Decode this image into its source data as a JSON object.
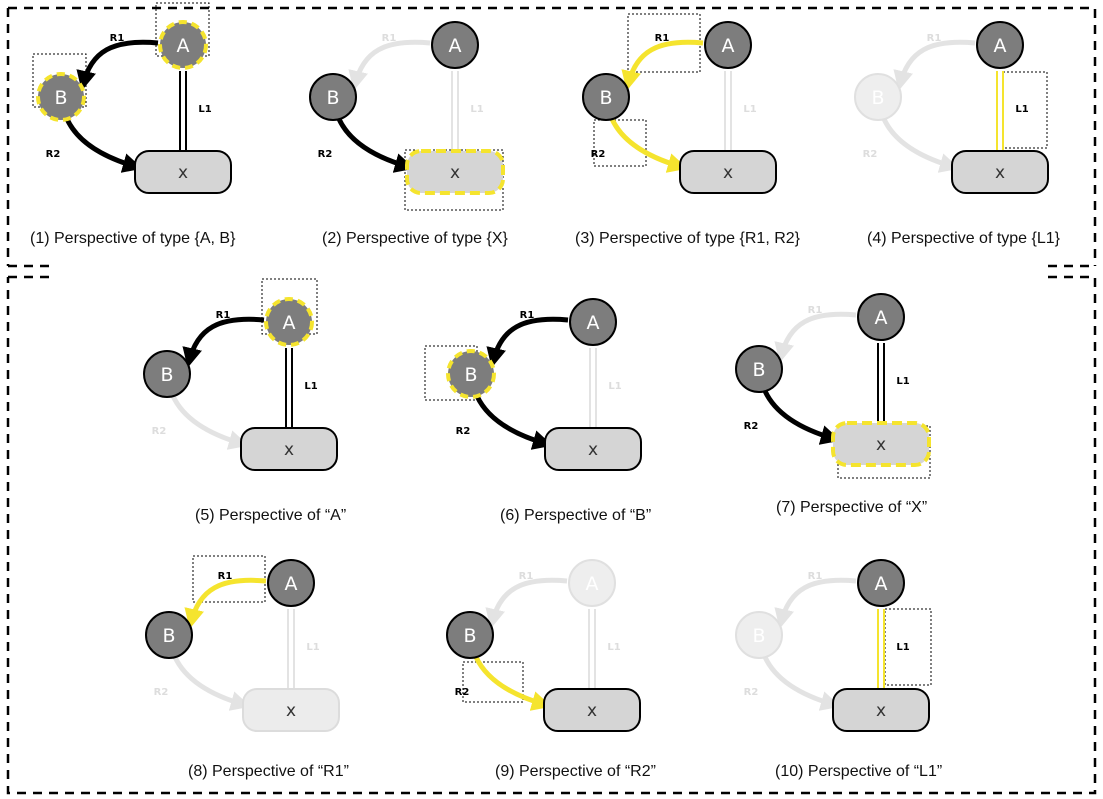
{
  "panels": [
    {
      "caption": "(1)  Perspective of type {A, B}",
      "nodes": {
        "A": "A",
        "B": "B",
        "X": "x"
      },
      "edges": {
        "R1": "R1",
        "R2": "R2",
        "L1": "L1"
      }
    },
    {
      "caption": "(2)  Perspective of type {X}",
      "nodes": {
        "A": "A",
        "B": "B",
        "X": "x"
      },
      "edges": {
        "R1": "R1",
        "R2": "R2",
        "L1": "L1"
      }
    },
    {
      "caption": "(3)  Perspective of type {R1, R2}",
      "nodes": {
        "A": "A",
        "B": "B",
        "X": "x"
      },
      "edges": {
        "R1": "R1",
        "R2": "R2",
        "L1": "L1"
      }
    },
    {
      "caption": "(4)  Perspective of type {L1}",
      "nodes": {
        "A": "A",
        "B": "B",
        "X": "x"
      },
      "edges": {
        "R1": "R1",
        "R2": "R2",
        "L1": "L1"
      }
    },
    {
      "caption": "(5)  Perspective of “A”",
      "nodes": {
        "A": "A",
        "B": "B",
        "X": "x"
      },
      "edges": {
        "R1": "R1",
        "R2": "R2",
        "L1": "L1"
      }
    },
    {
      "caption": "(6)  Perspective of “B”",
      "nodes": {
        "A": "A",
        "B": "B",
        "X": "x"
      },
      "edges": {
        "R1": "R1",
        "R2": "R2",
        "L1": "L1"
      }
    },
    {
      "caption": "(7)  Perspective of “X”",
      "nodes": {
        "A": "A",
        "B": "B",
        "X": "x"
      },
      "edges": {
        "R1": "R1",
        "R2": "R2",
        "L1": "L1"
      }
    },
    {
      "caption": "(8)  Perspective of “R1”",
      "nodes": {
        "A": "A",
        "B": "B",
        "X": "x"
      },
      "edges": {
        "R1": "R1",
        "R2": "R2",
        "L1": "L1"
      }
    },
    {
      "caption": "(9)  Perspective of “R2”",
      "nodes": {
        "A": "A",
        "B": "B",
        "X": "x"
      },
      "edges": {
        "R1": "R1",
        "R2": "R2",
        "L1": "L1"
      }
    },
    {
      "caption": "(10)  Perspective of “L1”",
      "nodes": {
        "A": "A",
        "B": "B",
        "X": "x"
      },
      "edges": {
        "R1": "R1",
        "R2": "R2",
        "L1": "L1"
      }
    }
  ],
  "colors": {
    "highlight": "#f5e42e",
    "node_fill": "#7d7d7d",
    "box_fill": "#d5d5d5",
    "edge_active": "#000000",
    "faded": "#e3e3e3"
  }
}
